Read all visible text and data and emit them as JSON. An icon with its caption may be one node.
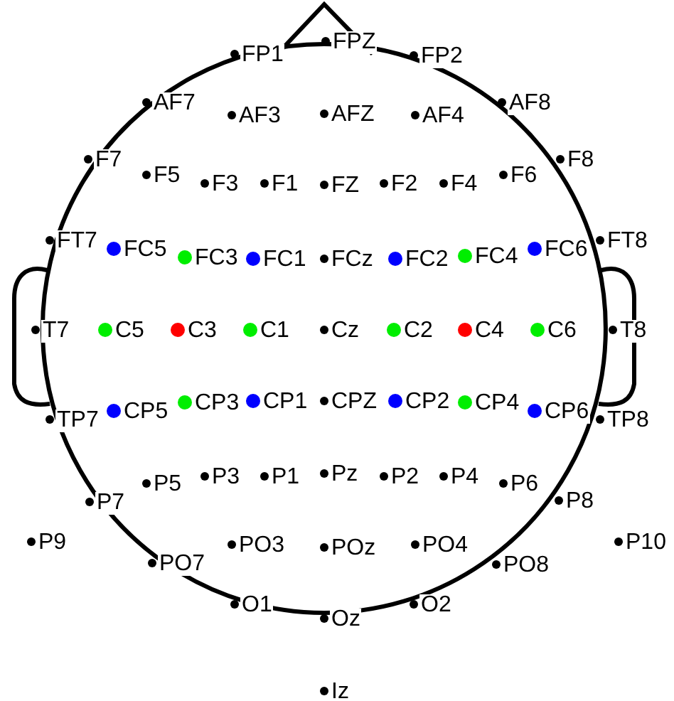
{
  "diagram": {
    "labels": [
      "FP1",
      "FPZ",
      "FP2",
      "AF7",
      "AF3",
      "AFZ",
      "AF4",
      "AF8",
      "F7",
      "F5",
      "F3",
      "F1",
      "FZ",
      "F2",
      "F4",
      "F6",
      "F8",
      "FT7",
      "FC5",
      "FC3",
      "FC1",
      "FCz",
      "FC2",
      "FC4",
      "FC6",
      "FT8",
      "T7",
      "C5",
      "C3",
      "C1",
      "Cz",
      "C2",
      "C4",
      "C6",
      "T8",
      "TP7",
      "CP5",
      "CP3",
      "CP1",
      "CPZ",
      "CP2",
      "CP4",
      "CP6",
      "TP8",
      "P7",
      "P5",
      "P3",
      "P1",
      "Pz",
      "P2",
      "P4",
      "P6",
      "P8",
      "P9",
      "PO7",
      "PO3",
      "POz",
      "PO4",
      "PO8",
      "P10",
      "O1",
      "Oz",
      "O2",
      "Iz"
    ]
  }
}
